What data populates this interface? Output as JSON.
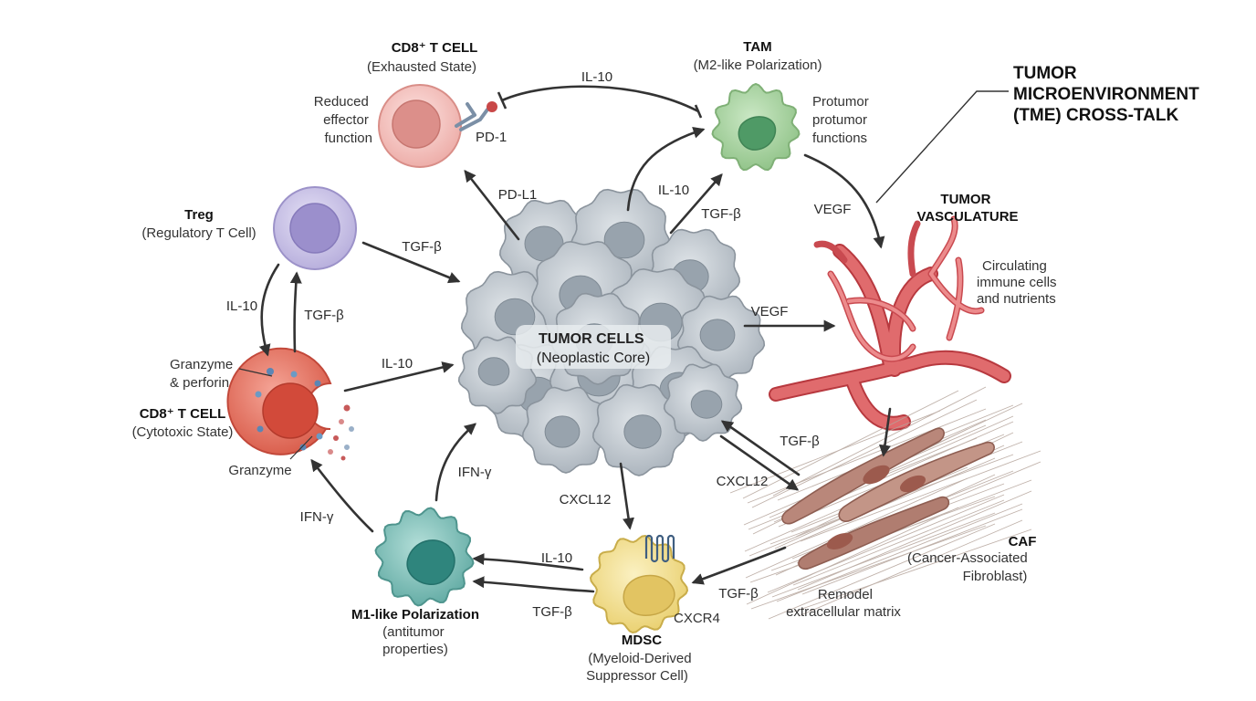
{
  "tme_title": [
    "TUMOR",
    "MICROENVIRONMENT",
    "(TME) CROSS-TALK"
  ],
  "tumor": {
    "title": "TUMOR CELLS",
    "subtitle": "(Neoplastic Core)"
  },
  "cd8_exhausted": {
    "title": "CD8⁺ T CELL",
    "subtitle": "(Exhausted State)",
    "note": [
      "Reduced",
      "effector",
      "function"
    ],
    "receptor": "PD-1"
  },
  "tam": {
    "title": "TAM",
    "subtitle": "(M2-like Polarization)",
    "note": [
      "Protumor",
      "protumor",
      "functions"
    ]
  },
  "treg": {
    "title": "Treg",
    "subtitle": "(Regulatory T Cell)"
  },
  "vasculature": {
    "title": [
      "TUMOR",
      "VASCULATURE"
    ],
    "note": [
      "Circulating",
      "immune cells",
      "and nutrients"
    ]
  },
  "cd8_cytotoxic": {
    "title": "CD8⁺ T CELL",
    "subtitle": "(Cytotoxic State)",
    "granule_label": [
      "Granzyme",
      "& perforin"
    ],
    "granzyme": "Granzyme"
  },
  "caf": {
    "title": "CAF",
    "subtitle": [
      "(Cancer-Associated",
      "Fibroblast)"
    ],
    "note": [
      "Remodel",
      "extracellular matrix"
    ]
  },
  "m1": {
    "title": "M1-like Polarization",
    "subtitle": [
      "(antitumor",
      "properties)"
    ]
  },
  "mdsc": {
    "title": "MDSC",
    "subtitle": [
      "(Myeloid-Derived",
      "Suppressor Cell)"
    ],
    "receptor": "CXCR4"
  },
  "signals": {
    "il10_tam_cd8": "IL-10",
    "pdl1": "PD-L1",
    "il10_tumor_tam": "IL-10",
    "tgfb_tumor_tam": "TGF-β",
    "vegf_tam": "VEGF",
    "tgfb_treg_tumor": "TGF-β",
    "il10_treg_cd8": "IL-10",
    "tgfb_cd8_treg": "TGF-β",
    "il10_cd8_tumor": "IL-10",
    "vegf_tumor": "VEGF",
    "tgfb_caf_tumor": "TGF-β",
    "cxcl12_tumor_caf": "CXCL12",
    "ifng_m1_tumor": "IFN-γ",
    "cxcl12_tumor_mdsc": "CXCL12",
    "ifng_m1_cd8": "IFN-γ",
    "il10_mdsc_m1": "IL-10",
    "tgfb_mdsc_m1": "TGF-β",
    "tgfb_caf_mdsc": "TGF-β"
  },
  "colors": {
    "tumor": "#bfc6cd",
    "tam": "#a9d3a3",
    "treg": "#c9c3e6",
    "cd8_exhausted": "#f3c3c0",
    "cd8_cytotoxic": "#e3705f",
    "vessel": "#d9555a",
    "caf": "#b9877a",
    "m1": "#7fc1bb",
    "mdsc": "#f3e192"
  }
}
